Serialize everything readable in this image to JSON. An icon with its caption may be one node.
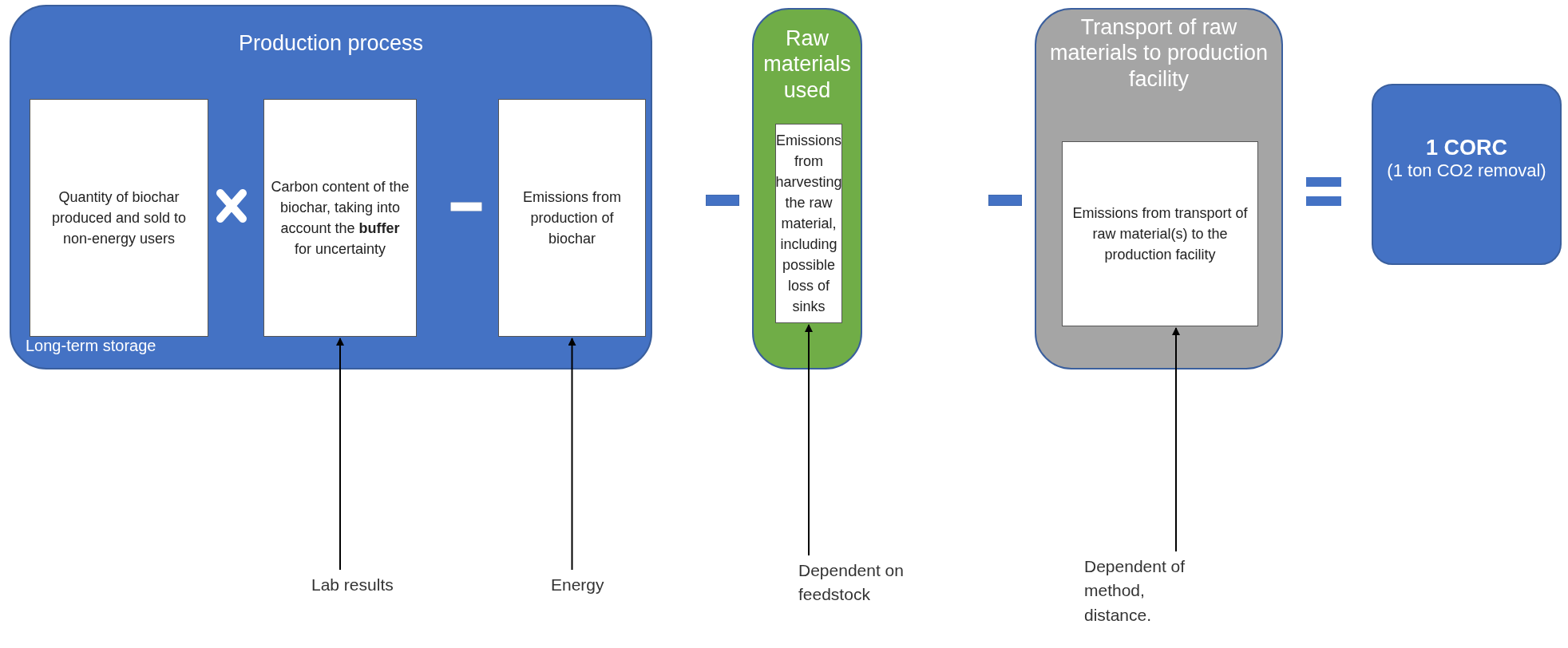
{
  "diagram": {
    "nodes": [
      {
        "text": [
          "Production process",
          "Long-term storage"
        ]
      },
      {
        "text": [
          "Quantity of biochar produced and sold to non-energy users"
        ],
        "in": 0
      },
      {
        "text": [
          "Carbon content of the biochar, taking into account the **buffer** for uncertainty"
        ],
        "in": 0
      },
      {
        "text": [
          "Emissions from production of biochar"
        ],
        "in": 0
      },
      {
        "text": [
          "Raw materials used"
        ]
      },
      {
        "text": [
          "Emissions from harvesting the raw material, including possible loss of sinks"
        ],
        "in": 4
      },
      {
        "text": [
          "Transport of raw materials to production facility"
        ]
      },
      {
        "text": [
          "Emissions from transport of raw material(s) to the production facility"
        ],
        "in": 6
      },
      {
        "text": [
          "1 CORC",
          "(1 ton CO2 removal)"
        ]
      },
      {
        "text": [
          "Lab results"
        ]
      },
      {
        "text": [
          "Energy"
        ]
      },
      {
        "text": [
          "Dependent on feedstock"
        ]
      },
      {
        "text": [
          "Dependent of method, distance."
        ]
      }
    ],
    "edges": [
      {
        "from": 9,
        "to": 2,
        "arrow": "to"
      },
      {
        "from": 10,
        "to": 3,
        "arrow": "to"
      },
      {
        "from": 11,
        "to": 5,
        "arrow": "to"
      },
      {
        "from": 12,
        "to": 7,
        "arrow": "to"
      }
    ]
  }
}
